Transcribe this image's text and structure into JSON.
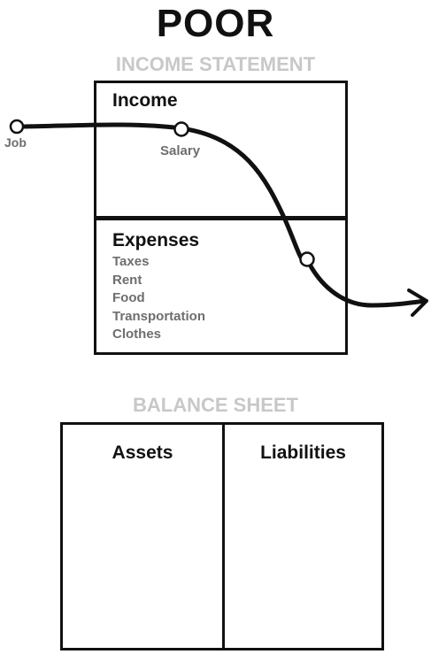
{
  "title": "POOR",
  "income_statement": {
    "title": "INCOME STATEMENT",
    "income_label": "Income",
    "expenses_label": "Expenses",
    "expenses": [
      "Taxes",
      "Rent",
      "Food",
      "Transportation",
      "Clothes"
    ]
  },
  "flow": {
    "start_label": "Job",
    "mid_label": "Salary"
  },
  "balance_sheet": {
    "title": "BALANCE SHEET",
    "assets_label": "Assets",
    "liabilities_label": "Liabilities"
  },
  "colors": {
    "ink": "#111111",
    "label_gray": "#6e6e6e",
    "title_gray": "#c8c8c8"
  }
}
